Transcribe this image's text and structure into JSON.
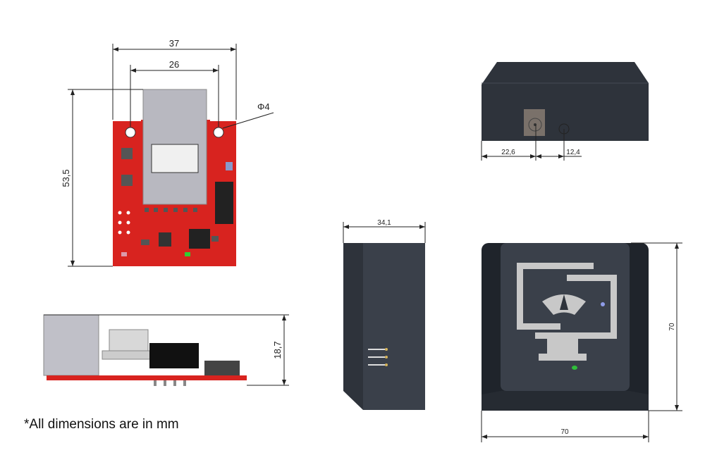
{
  "dimensions": {
    "pcb_width": "37",
    "hole_spacing": "26",
    "hole_diameter": "Φ4",
    "pcb_height": "53,5",
    "pcb_thickness": "18,7",
    "enclosure_depth": "34,1",
    "jack_offset": "22,6",
    "led_offset": "12,4",
    "enclosure_height": "70",
    "enclosure_width": "70"
  },
  "note": "*All dimensions are in mm",
  "colors": {
    "pcb": "#d8231f",
    "enclosure": "#2e333b",
    "enclosure_face": "#3a404a",
    "logo": "#c8c8c8",
    "led_green": "#2fbf3a",
    "led_blue": "#8f9ce8"
  }
}
